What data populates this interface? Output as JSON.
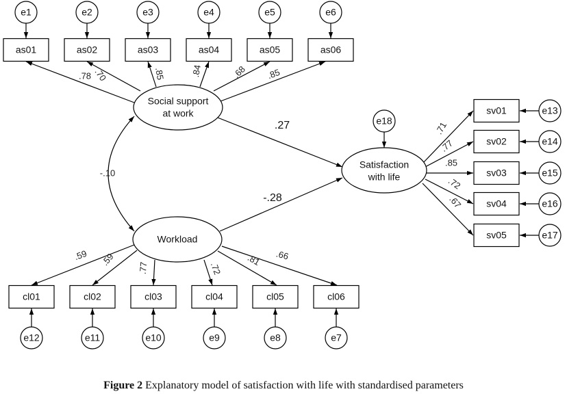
{
  "caption": {
    "label": "Figure 2",
    "text": " Explanatory model of satisfaction with life with standardised parameters"
  },
  "latents": {
    "social": {
      "line1": "Social support",
      "line2": "at work"
    },
    "workload": {
      "line1": "Workload"
    },
    "satisfaction": {
      "line1": "Satisfaction",
      "line2": "with life"
    }
  },
  "social_indicators": [
    {
      "name": "as01",
      "error": "e1",
      "loading": ".78"
    },
    {
      "name": "as02",
      "error": "e2",
      "loading": ".70"
    },
    {
      "name": "as03",
      "error": "e3",
      "loading": ".85"
    },
    {
      "name": "as04",
      "error": "e4",
      "loading": ".84"
    },
    {
      "name": "as05",
      "error": "e5",
      "loading": ".68"
    },
    {
      "name": "as06",
      "error": "e6",
      "loading": ".85"
    }
  ],
  "workload_indicators": [
    {
      "name": "cl01",
      "error": "e12",
      "loading": ".59"
    },
    {
      "name": "cl02",
      "error": "e11",
      "loading": ".59"
    },
    {
      "name": "cl03",
      "error": "e10",
      "loading": ".77"
    },
    {
      "name": "cl04",
      "error": "e9",
      "loading": ".72"
    },
    {
      "name": "cl05",
      "error": "e8",
      "loading": ".81"
    },
    {
      "name": "cl06",
      "error": "e7",
      "loading": ".66"
    }
  ],
  "satisfaction_indicators": [
    {
      "name": "sv01",
      "error": "e13",
      "loading": ".71"
    },
    {
      "name": "sv02",
      "error": "e14",
      "loading": ".77"
    },
    {
      "name": "sv03",
      "error": "e15",
      "loading": ".85"
    },
    {
      "name": "sv04",
      "error": "e16",
      "loading": ".72"
    },
    {
      "name": "sv05",
      "error": "e17",
      "loading": ".67"
    }
  ],
  "structural_paths": {
    "social_to_satisfaction": ".27",
    "workload_to_satisfaction": "-.28",
    "social_workload_covariance": "-.10"
  },
  "satisfaction_error": "e18"
}
